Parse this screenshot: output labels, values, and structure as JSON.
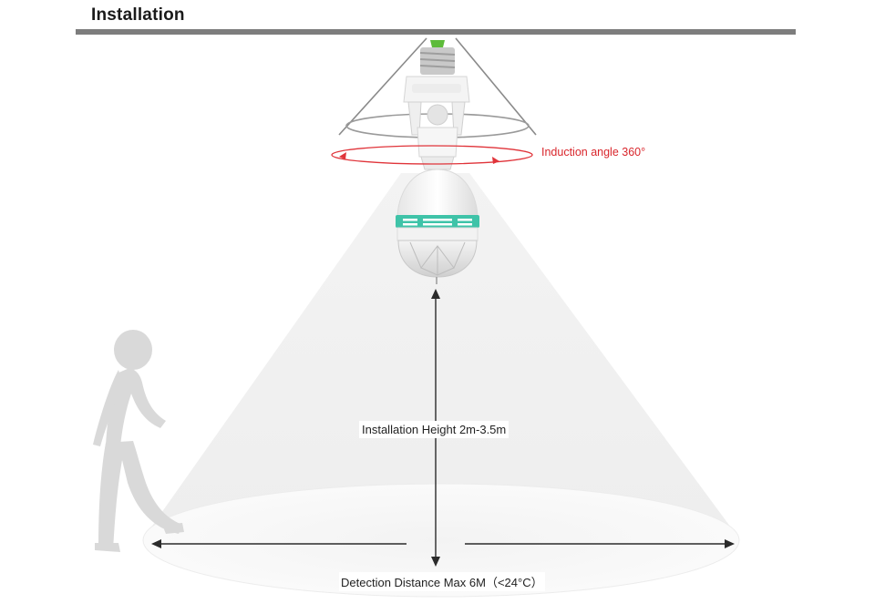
{
  "header": {
    "title": "Installation"
  },
  "labels": {
    "induction": "Induction angle 360°",
    "height": "Installation Height 2m-3.5m",
    "distance": "Detection Distance Max 6M（<24°C）"
  },
  "colors": {
    "accent_red": "#d9262c",
    "band_teal": "#3fc3a8",
    "cone_gray": "#f0f0f0",
    "rule_gray": "#7d7d7d"
  },
  "icons": [
    "light-bulb-icon",
    "person-walking-icon"
  ]
}
